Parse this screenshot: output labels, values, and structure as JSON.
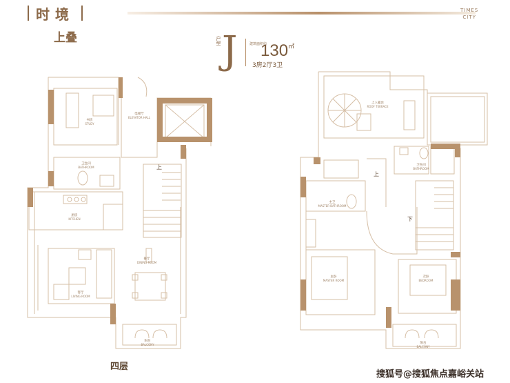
{
  "header": {
    "title": "时境",
    "brand_line1": "TIMES",
    "brand_line2": "CITY"
  },
  "subtitle": "上叠",
  "unit": {
    "type_label": "户型",
    "letter": "J",
    "area_caption": "建筑面积约",
    "area_value": "130",
    "area_unit": "㎡",
    "layout": "3房2厅3卫"
  },
  "floor_label": "四层",
  "stair_labels": {
    "up_left": "上",
    "up_right": "上",
    "down_right": "下"
  },
  "rooms_left": {
    "study": {
      "cn": "书房",
      "en": "STUDY"
    },
    "elevator_hall": {
      "cn": "电梯厅",
      "en": "ELEVATOR HALL"
    },
    "bath": {
      "cn": "卫生间",
      "en": "BATHROOM"
    },
    "kitchen": {
      "cn": "厨房",
      "en": "KITCHEN"
    },
    "dining": {
      "cn": "餐厅",
      "en": "DINING ROOM"
    },
    "living": {
      "cn": "客厅",
      "en": "LIVING ROOM"
    },
    "balcony": {
      "cn": "阳台",
      "en": "BALCONY"
    }
  },
  "rooms_right": {
    "terrace": {
      "cn": "上人露台",
      "en": "ROOF TERRACE"
    },
    "bath_a": {
      "cn": "卫生间",
      "en": "BATHROOM"
    },
    "master_bath": {
      "cn": "主卫",
      "en": "MASTER BATHROOM"
    },
    "master_bed": {
      "cn": "主卧",
      "en": "MASTER ROOM"
    },
    "bedroom": {
      "cn": "次卧",
      "en": "BEDROOM"
    },
    "balcony": {
      "cn": "阳台",
      "en": "BALCONY"
    }
  },
  "watermark": "搜狐号@搜狐焦点嘉峪关站",
  "colors": {
    "accent": "#8c6a4a",
    "wall": "#b8926c",
    "line": "#d6bfa6",
    "text": "#7a5a3c"
  }
}
